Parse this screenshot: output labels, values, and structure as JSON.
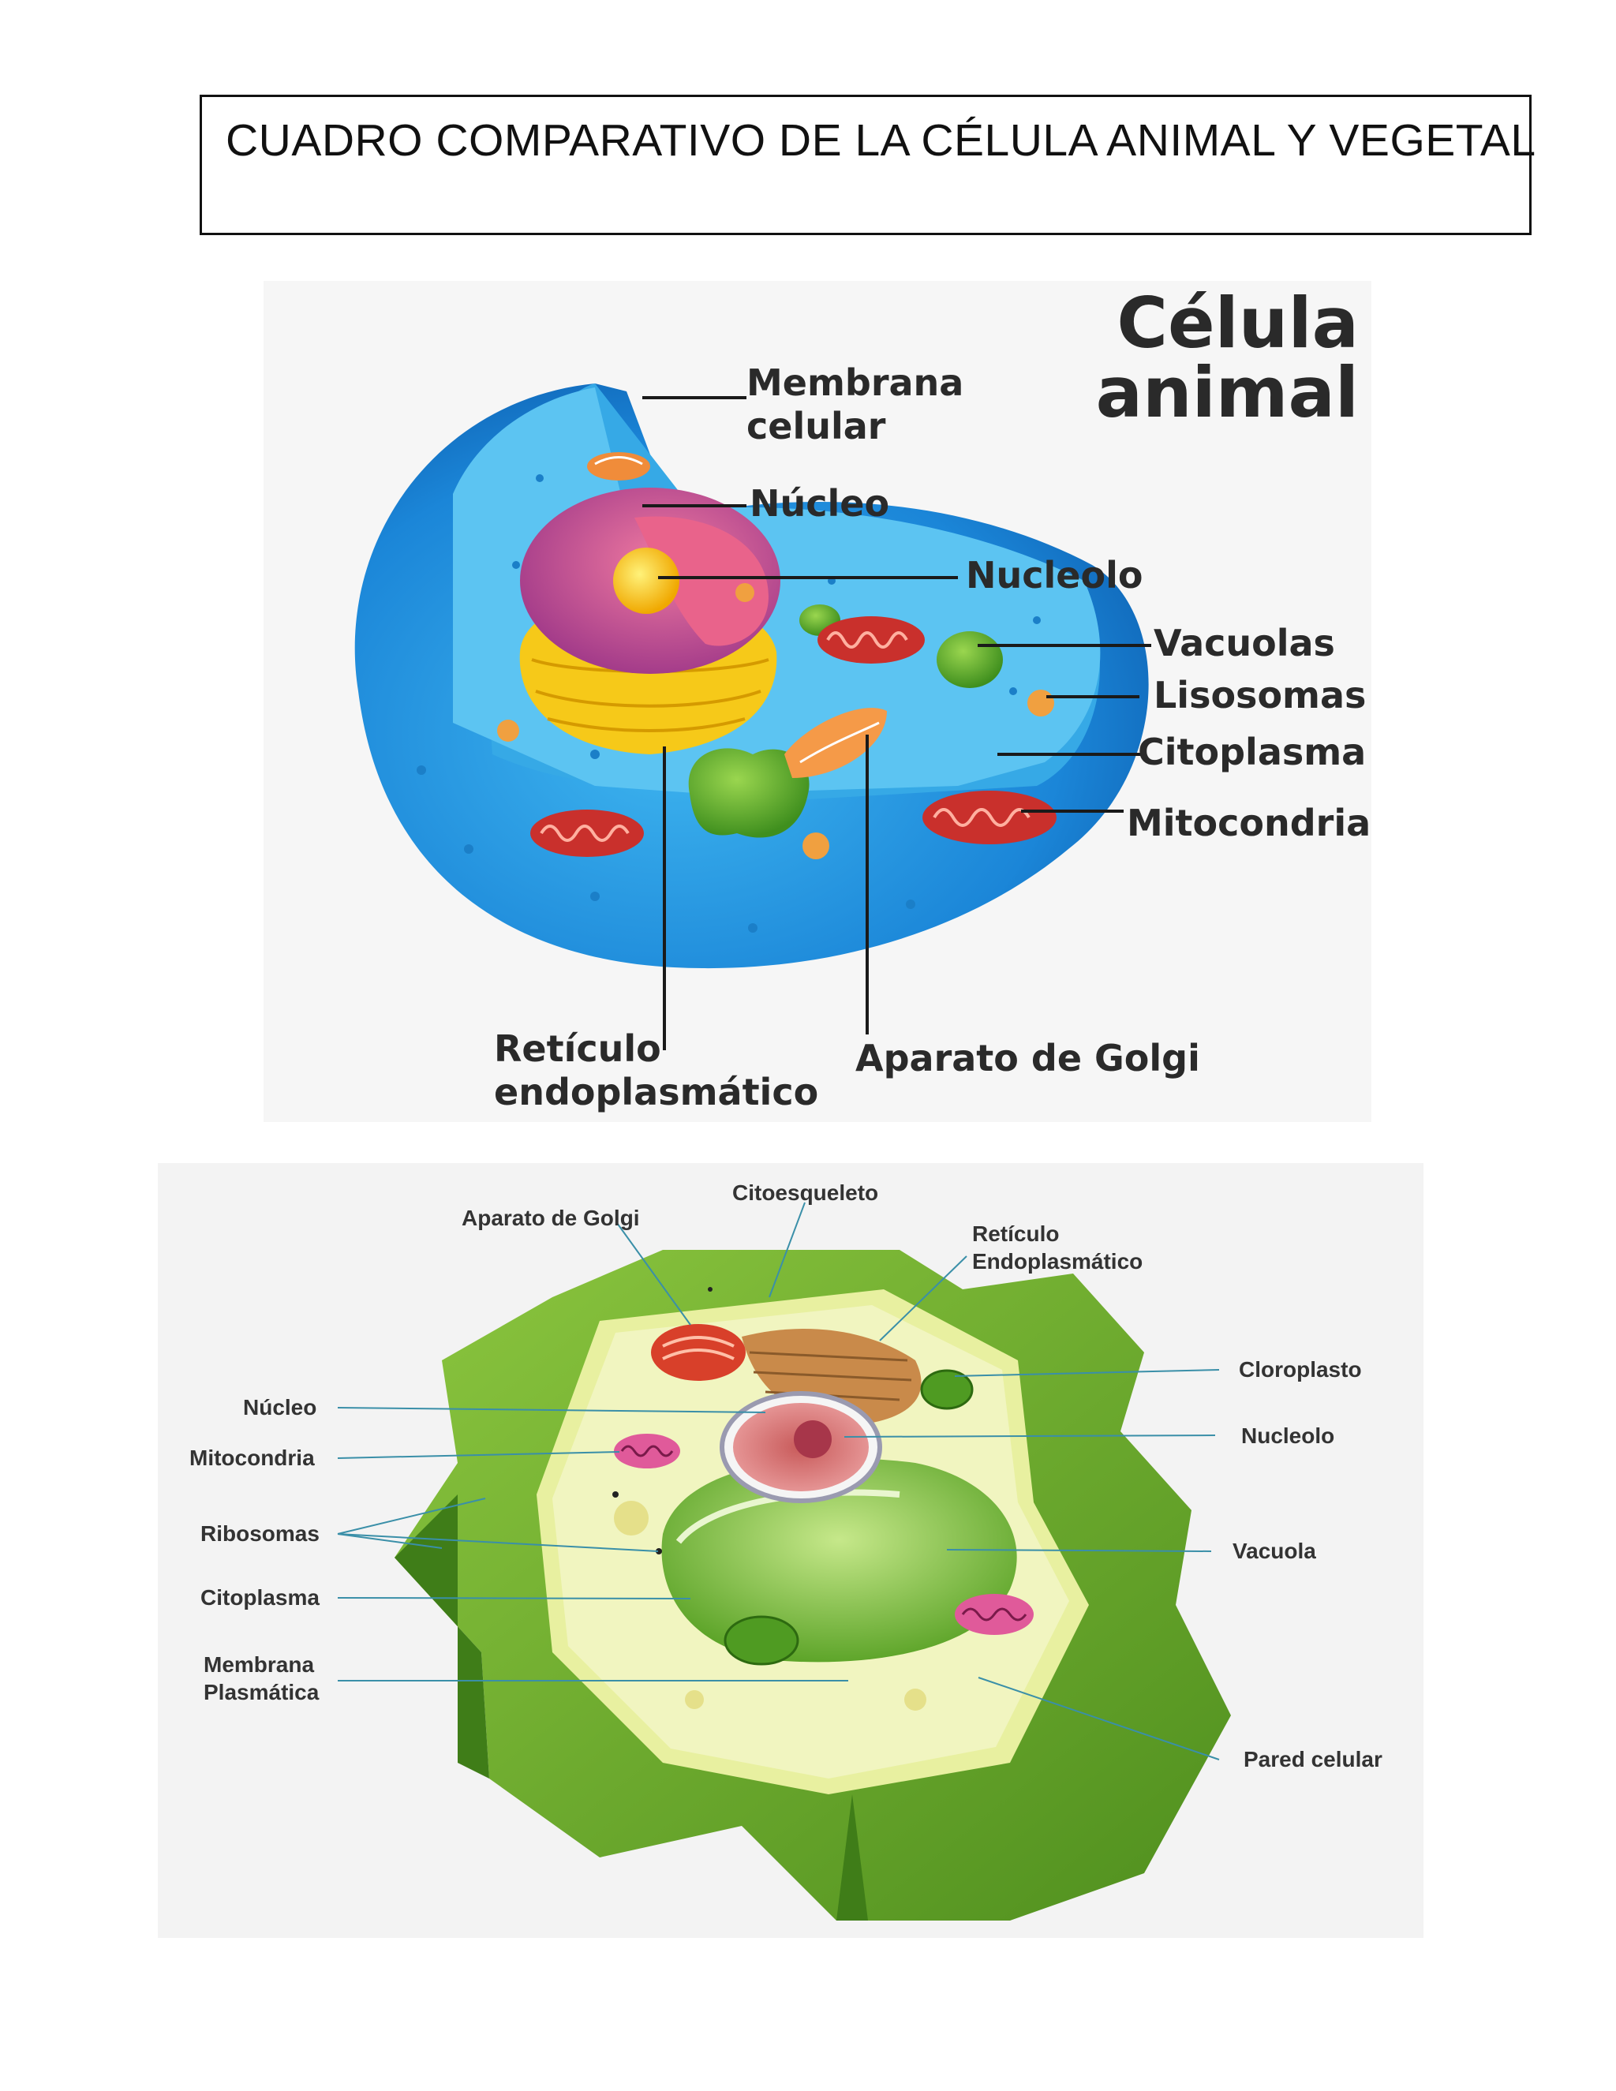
{
  "page": {
    "title": "CUADRO COMPARATIVO DE LA CÉLULA ANIMAL Y VEGETAL"
  },
  "animal_cell": {
    "heading_line1": "Célula",
    "heading_line2": "animal",
    "labels": {
      "membrana_1": "Membrana",
      "membrana_2": "celular",
      "nucleo": "Núcleo",
      "nucleolo": "Nucleolo",
      "vacuolas": "Vacuolas",
      "lisosomas": "Lisosomas",
      "citoplasma": "Citoplasma",
      "mitocondria": "Mitocondria",
      "reticulo_1": "Retículo",
      "reticulo_2": "endoplasmático",
      "golgi": "Aparato de Golgi"
    }
  },
  "plant_cell": {
    "labels": {
      "golgi": "Aparato de Golgi",
      "citoesqueleto": "Citoesqueleto",
      "reticulo_1": "Retículo",
      "reticulo_2": "Endoplasmático",
      "cloroplasto": "Cloroplasto",
      "nucleo": "Núcleo",
      "nucleolo": "Nucleolo",
      "mitocondria": "Mitocondria",
      "ribosomas": "Ribosomas",
      "vacuola": "Vacuola",
      "citoplasma": "Citoplasma",
      "membrana_1": "Membrana",
      "membrana_2": "Plasmática",
      "pared": "Pared celular"
    }
  },
  "colors": {
    "animal_membrane": "#1f8fe0",
    "animal_cytoplasm": "#39aee9",
    "nucleus": "#e0557e",
    "nucleolus": "#ffd21f",
    "er": "#f5c61a",
    "vacuole": "#6fbf2e",
    "mitochondria": "#c9302c",
    "plant_wall": "#6cae2e",
    "plant_cytoplasm": "#e6ef9a",
    "plant_vacuole": "#8fcf4e",
    "leader_line_plant": "#3a8fa8"
  }
}
